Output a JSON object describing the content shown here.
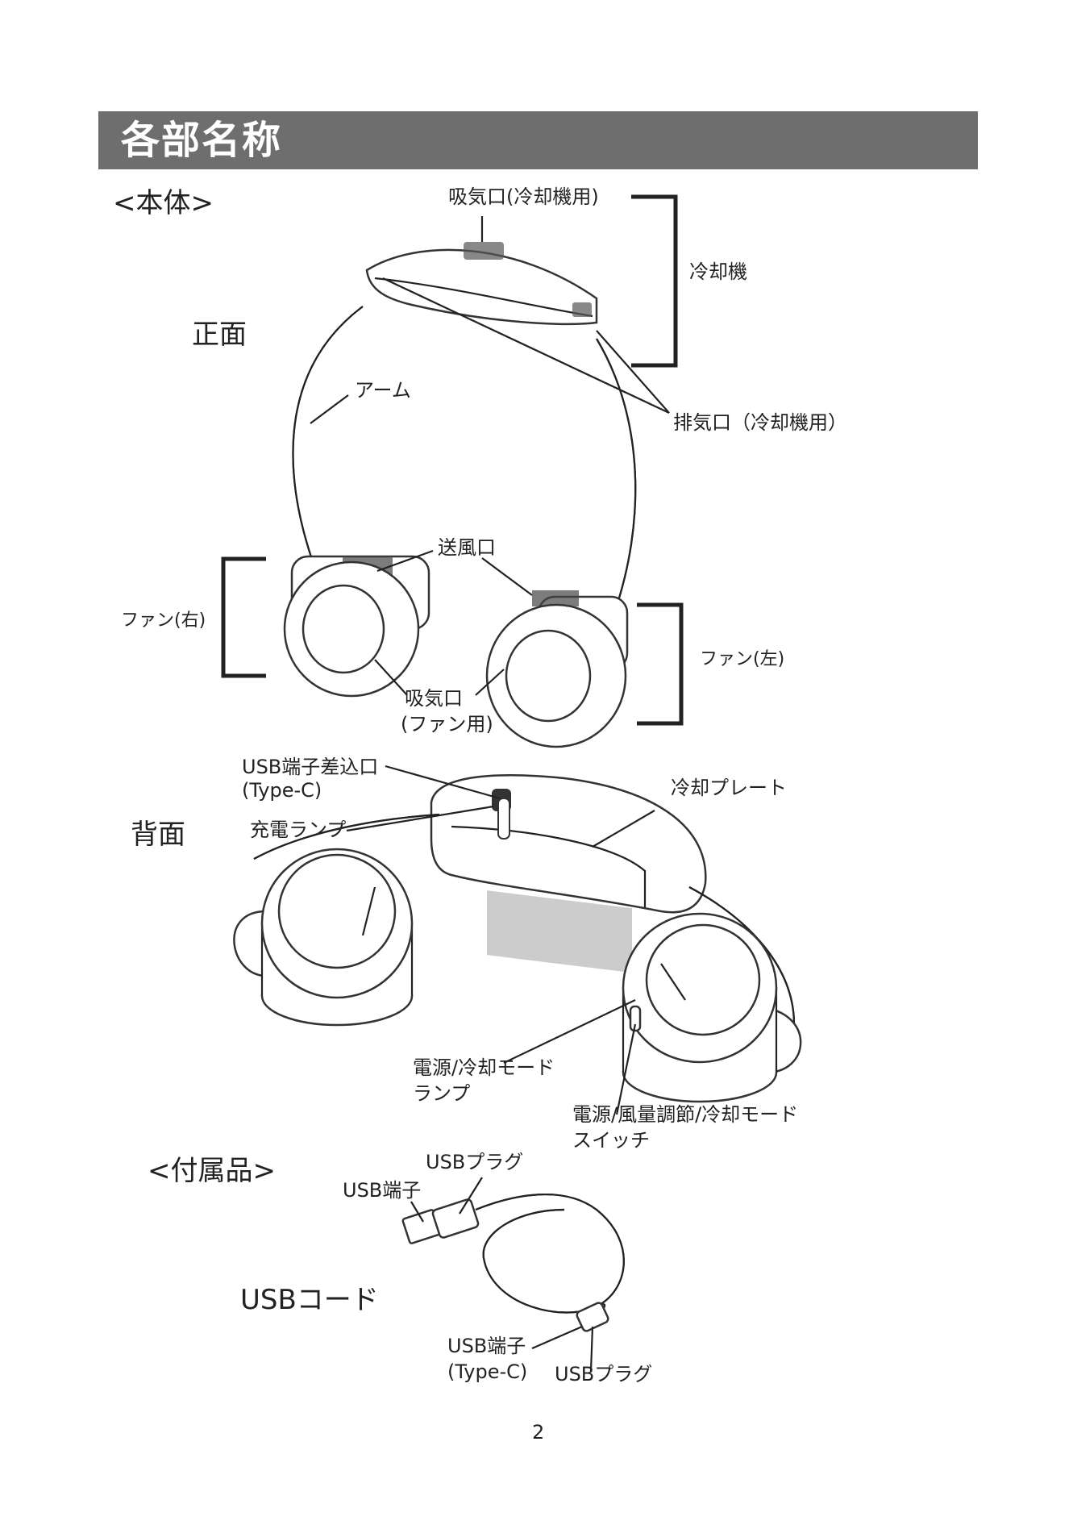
{
  "header": {
    "title": "各部名称"
  },
  "sections": {
    "main_body": "<本体>",
    "front": "正面",
    "back": "背面",
    "accessories": "<付属品>",
    "usb_cord": "USBコード"
  },
  "front_labels": {
    "intake_cooler": "吸気口(冷却機用)",
    "cooler": "冷却機",
    "arm": "アーム",
    "exhaust_cooler": "排気口（冷却機用）",
    "air_outlet": "送風口",
    "fan_right": "ファン(右)",
    "fan_left": "ファン(左)",
    "intake_fan_1": "吸気口",
    "intake_fan_2": "(ファン用)"
  },
  "back_labels": {
    "usb_port_1": "USB端子差込口",
    "usb_port_2": "(Type-C)",
    "cooling_plate": "冷却プレート",
    "charge_lamp": "充電ランプ",
    "power_lamp_1": "電源/冷却モード",
    "power_lamp_2": "ランプ",
    "power_switch_1": "電源/風量調節/冷却モード",
    "power_switch_2": "スイッチ"
  },
  "accessory_labels": {
    "usb_plug_top": "USBプラグ",
    "usb_terminal_top": "USB端子",
    "usb_terminal_c_1": "USB端子",
    "usb_terminal_c_2": "(Type-C)",
    "usb_plug_bottom": "USBプラグ"
  },
  "page_number": "2"
}
